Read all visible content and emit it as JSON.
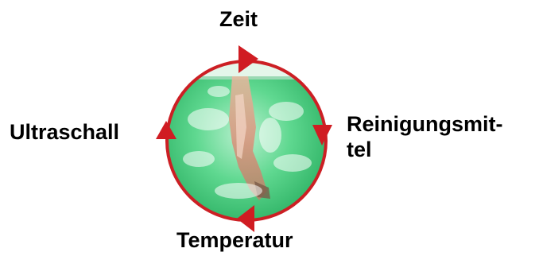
{
  "diagram": {
    "labels": {
      "top": "Zeit",
      "right_line1": "Reinigungsmit-",
      "right_line2": "tel",
      "left": "Ultraschall",
      "bottom": "Temperatur"
    },
    "colors": {
      "ring": "#cc1f24",
      "arrow": "#d01c22",
      "fill_light": "#8fe6b0",
      "fill_mid": "#3fcf7a",
      "fill_dark": "#1e9f52"
    }
  }
}
